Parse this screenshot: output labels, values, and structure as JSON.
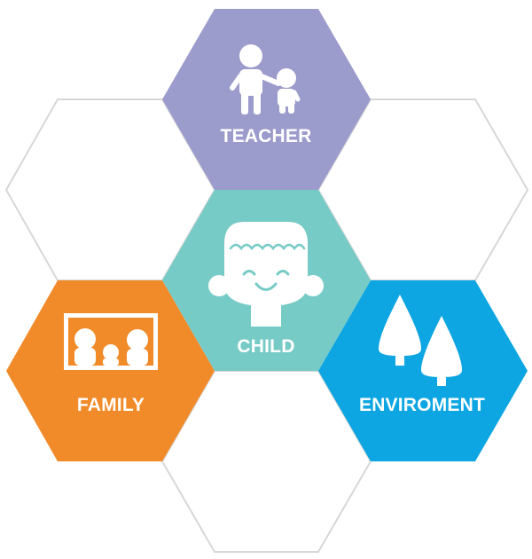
{
  "diagram": {
    "nodes": [
      {
        "id": "teacher",
        "label": "TEACHER",
        "color": "#9b9bcc",
        "icon": "adult-and-child-icon"
      },
      {
        "id": "child",
        "label": "CHILD",
        "color": "#77cbc6",
        "icon": "child-face-icon"
      },
      {
        "id": "family",
        "label": "FAMILY",
        "color": "#f18a28",
        "icon": "family-portrait-icon"
      },
      {
        "id": "enviroment",
        "label": "ENVIROMENT",
        "color": "#0ea6e2",
        "icon": "trees-icon"
      }
    ],
    "empty_cell_outline_color": "#d7d7d7"
  }
}
